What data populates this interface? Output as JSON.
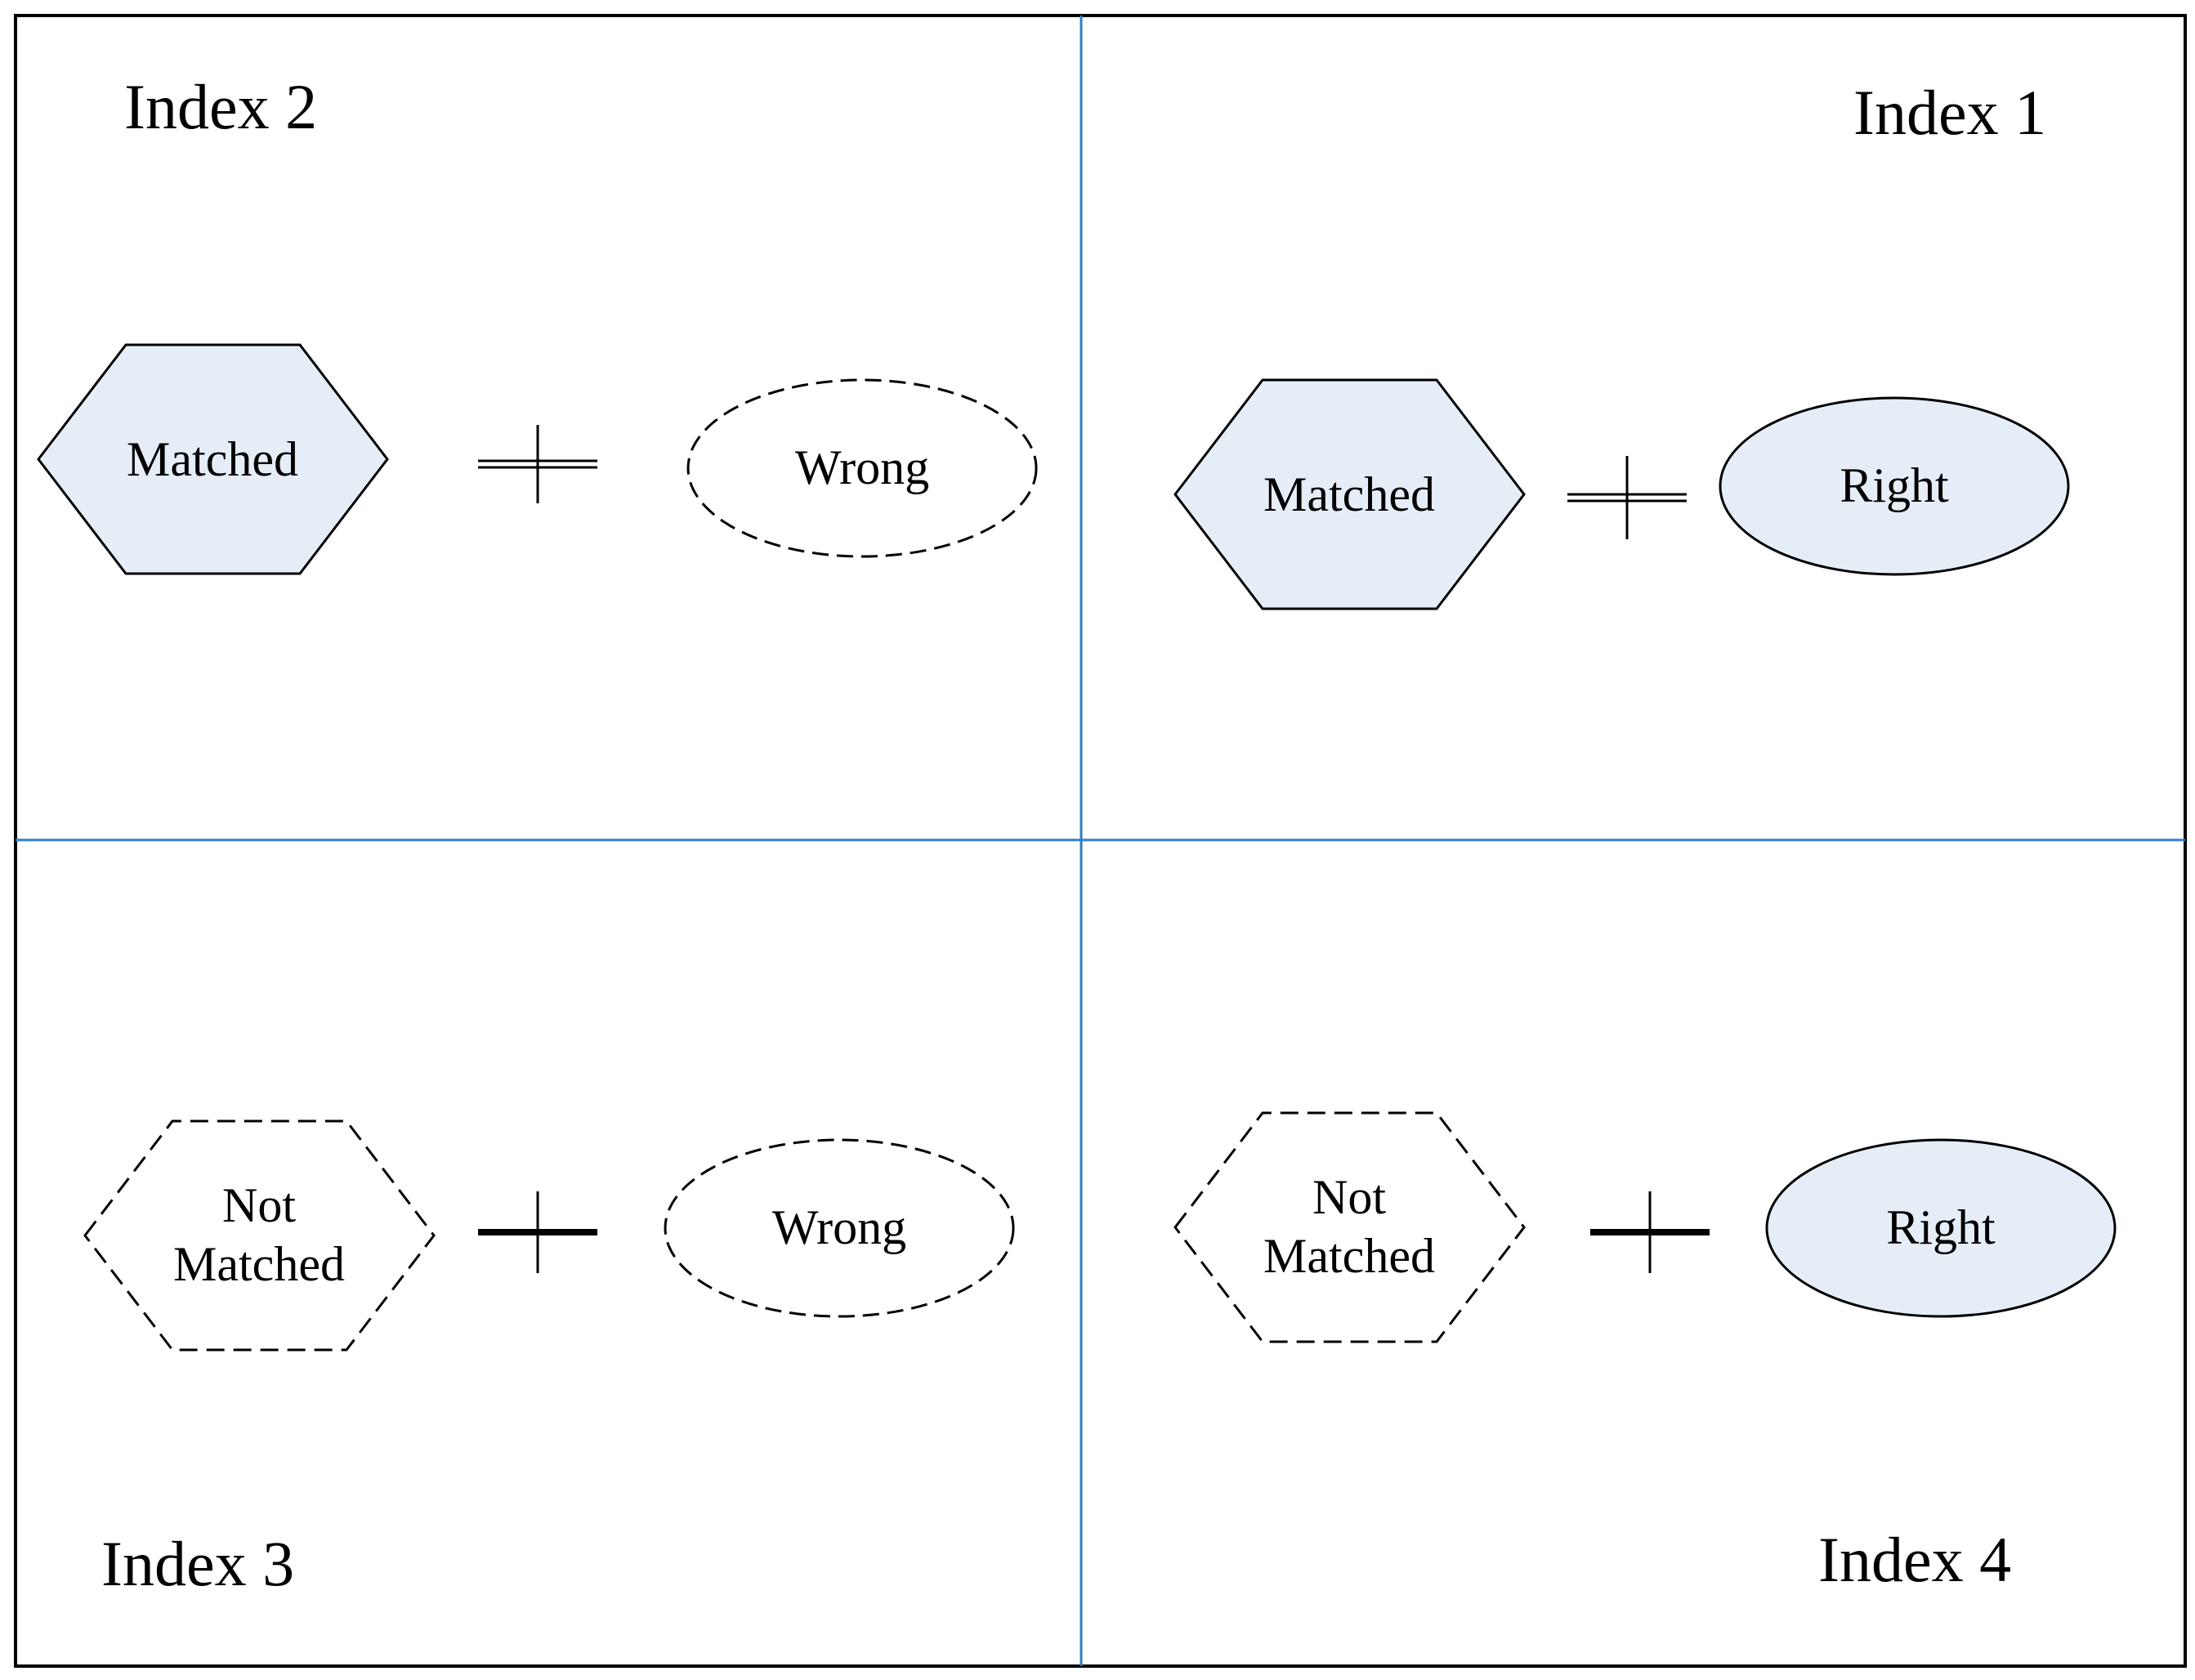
{
  "colors": {
    "fill": "#e5edf7",
    "outline": "#000000",
    "divider": "#2e7fc4"
  },
  "quadrants": {
    "index1": {
      "title": "Index 1",
      "hexagon": "Matched",
      "ellipse": "Right"
    },
    "index2": {
      "title": "Index 2",
      "hexagon": "Matched",
      "ellipse": "Wrong"
    },
    "index3": {
      "title": "Index 3",
      "hexagon_line1": "Not",
      "hexagon_line2": "Matched",
      "ellipse": "Wrong"
    },
    "index4": {
      "title": "Index 4",
      "hexagon_line1": "Not",
      "hexagon_line2": "Matched",
      "ellipse": "Right"
    }
  }
}
